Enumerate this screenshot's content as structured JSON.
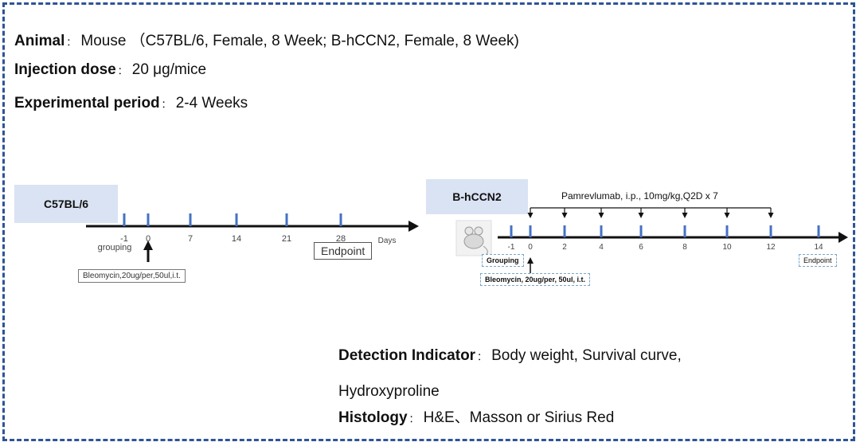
{
  "info": {
    "animal_label": "Animal",
    "animal_value": "Mouse （C57BL/6, Female, 8 Week; B-hCCN2, Female, 8 Week)",
    "dose_label": "Injection dose",
    "dose_value": "20 μg/mice",
    "period_label": "Experimental period",
    "period_value": "2-4 Weeks",
    "separator": "："
  },
  "left_timeline": {
    "title": "C57BL/6",
    "ticks": [
      "-1",
      "0",
      "7",
      "14",
      "21",
      "28"
    ],
    "axis_unit": "Days",
    "grouping_label": "grouping",
    "endpoint_label": "Endpoint",
    "injection_label": "Bleomycin,20ug/per,50ul,i.t."
  },
  "right_timeline": {
    "title": "B-hCCN2",
    "treatment_label": "Pamrevlumab, i.p., 10mg/kg,Q2D x 7",
    "ticks": [
      "-1",
      "0",
      "2",
      "4",
      "6",
      "8",
      "10",
      "12",
      "14"
    ],
    "grouping_label": "Grouping",
    "endpoint_label": "Endpoint",
    "injection_label": "Bleomycin, 20ug/per, 50ul, i.t."
  },
  "detection": {
    "detect_label": "Detection Indicator",
    "detect_value": "Body weight, Survival curve,",
    "detect_value_2": "Hydroxyproline",
    "histology_label": "Histology",
    "histology_value": "H&E、Masson or Sirius Red"
  },
  "colors": {
    "border": "#2f5496",
    "tick": "#4472c4",
    "title_fill": "#dae3f3"
  }
}
